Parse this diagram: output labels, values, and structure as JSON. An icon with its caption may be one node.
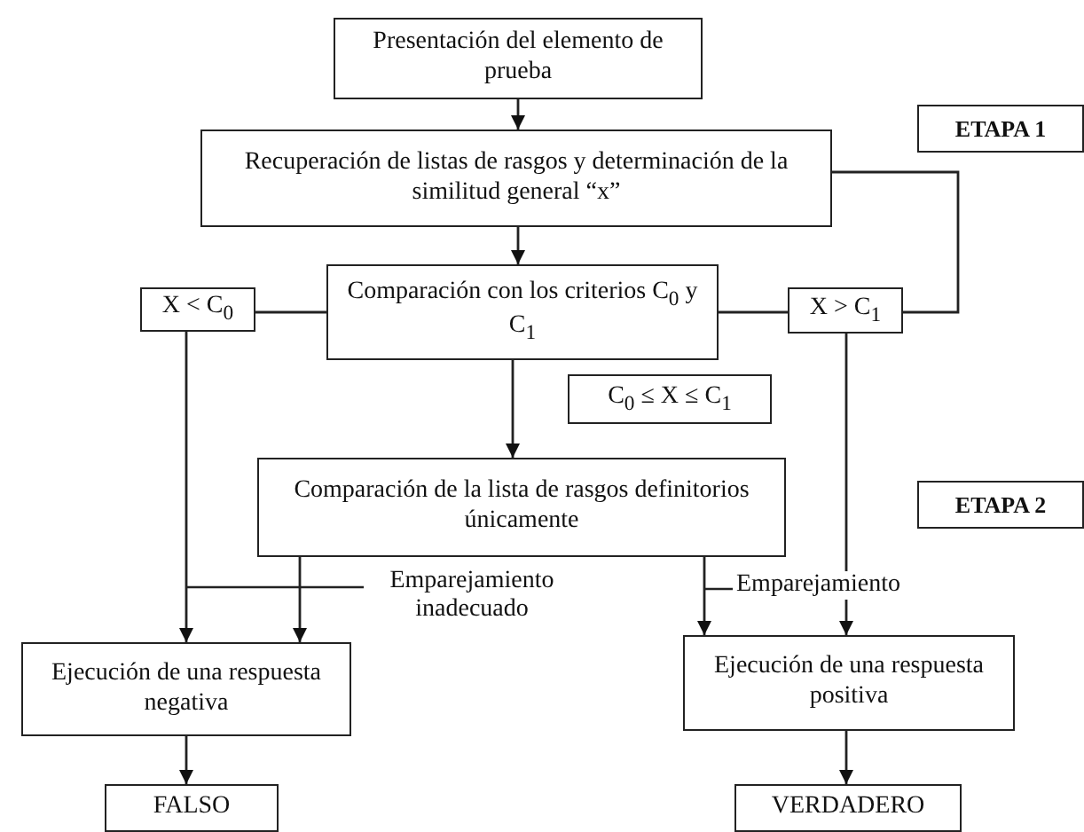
{
  "diagram": {
    "nodes": [
      {
        "text": [
          "Presentación del elemento de prueba"
        ]
      },
      {
        "text": [
          "Recuperación de listas de rasgos y determinación de la similitud general “x”"
        ]
      },
      {
        "text": [
          "Comparación con los criterios C$_{0}$ y C$_{1}$"
        ]
      },
      {
        "text": [
          "X < C$_{0}$"
        ]
      },
      {
        "text": [
          "X > C$_{1}$"
        ]
      },
      {
        "text": [
          "C$_{0}$ ≤ X ≤ C$_{1}$"
        ]
      },
      {
        "text": [
          "Comparación de la lista de rasgos definitorios únicamente"
        ]
      },
      {
        "text": [
          "Ejecución de una respuesta negativa"
        ]
      },
      {
        "text": [
          "Ejecución de una respuesta positiva"
        ]
      },
      {
        "text": [
          "FALSO"
        ]
      },
      {
        "text": [
          "VERDADERO"
        ]
      },
      {
        "text": [
          "ETAPA 1"
        ]
      },
      {
        "text": [
          "ETAPA 2"
        ]
      }
    ],
    "edges": [
      {
        "from": 0,
        "to": 1,
        "arrow": "to"
      },
      {
        "from": 1,
        "to": 2,
        "arrow": "to"
      },
      {
        "from": 1,
        "to": 4,
        "arrow": "none"
      },
      {
        "from": 2,
        "to": 3,
        "arrow": "none"
      },
      {
        "from": 2,
        "to": 4,
        "arrow": "none"
      },
      {
        "from": 2,
        "to": 6,
        "arrow": "to"
      },
      {
        "from": 3,
        "to": 7,
        "arrow": "to"
      },
      {
        "from": 4,
        "to": 8,
        "arrow": "to"
      },
      {
        "from": 6,
        "to": 7,
        "arrow": "to",
        "label": "Emparejamiento inadecuado"
      },
      {
        "from": 6,
        "to": 8,
        "arrow": "to",
        "label": "Emparejamiento"
      },
      {
        "from": 7,
        "to": 9,
        "arrow": "to"
      },
      {
        "from": 8,
        "to": 10,
        "arrow": "to"
      }
    ]
  }
}
